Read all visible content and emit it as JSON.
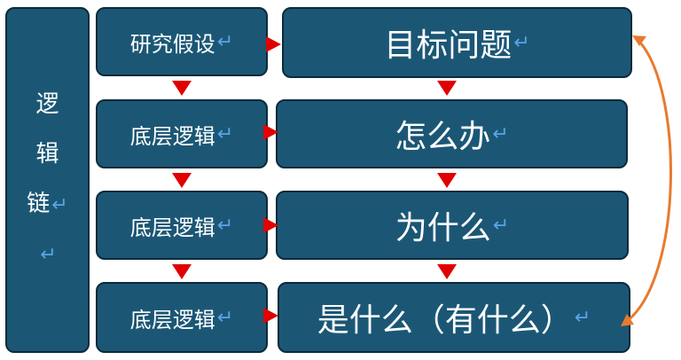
{
  "chain": {
    "chars": [
      "逻",
      "辑",
      "链"
    ],
    "ret1": "↵",
    "ret2": "↵"
  },
  "left_boxes": [
    {
      "label": "研究假设",
      "ret": "↵"
    },
    {
      "label": "底层逻辑",
      "ret": "↵"
    },
    {
      "label": "底层逻辑",
      "ret": "↵"
    },
    {
      "label": "底层逻辑",
      "ret": "↵"
    }
  ],
  "right_boxes": [
    {
      "label": "目标问题",
      "ret": "↵"
    },
    {
      "label": "怎么办",
      "ret": "↵"
    },
    {
      "label": "为什么",
      "ret": "↵"
    },
    {
      "label": "是什么（有什么）",
      "ret": "↵"
    }
  ],
  "colors": {
    "box_fill": "#1b5775",
    "arrow": "#e00000",
    "loop_arrow": "#e87a2e",
    "return_mark": "#5aa3e8"
  }
}
